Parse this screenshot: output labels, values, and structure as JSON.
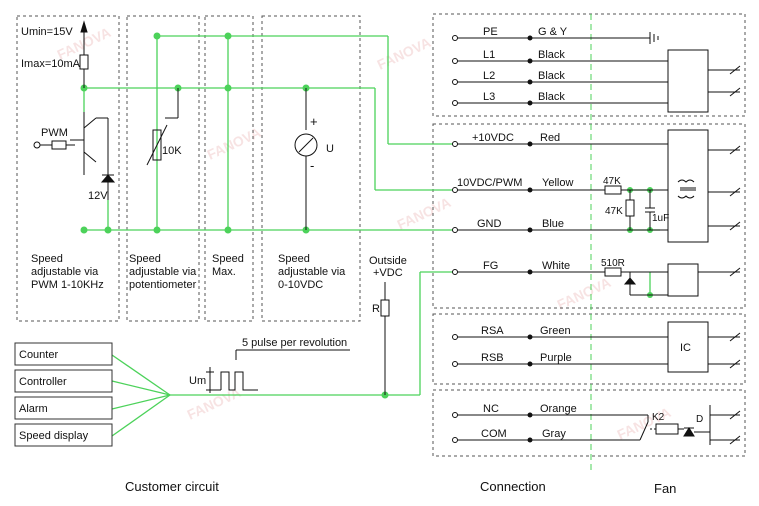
{
  "colors": {
    "wire": "#4cd25a",
    "line": "#111111",
    "box": "#555555",
    "watermark": "#e9b0b0"
  },
  "watermark": {
    "text": "FANOVA"
  },
  "customer": {
    "umin": "Umin=15V",
    "imax": "Imax=10mA",
    "pwm": "PWM",
    "r10k": "10K",
    "v12": "12V",
    "u": "U",
    "plus": "+",
    "minus": "-",
    "outside": "Outside",
    "vdc": "+VDC",
    "r": "R",
    "um": "Um",
    "pulse": "5 pulse per revolution",
    "section_label": "Customer circuit",
    "desc": [
      [
        "Speed",
        "adjustable via",
        "PWM 1-10KHz"
      ],
      [
        "Speed",
        "adjustable via",
        "potentiometer"
      ],
      [
        "Speed",
        "Max."
      ],
      [
        "Speed",
        "adjustable via",
        "0-10VDC"
      ]
    ],
    "devices": [
      "Counter",
      "Controller",
      "Alarm",
      "Speed display"
    ]
  },
  "connection": {
    "section_label": "Connection",
    "rows": [
      {
        "pin": "PE",
        "color": "G & Y"
      },
      {
        "pin": "L1",
        "color": "Black"
      },
      {
        "pin": "L2",
        "color": "Black"
      },
      {
        "pin": "L3",
        "color": "Black"
      },
      {
        "pin": "+10VDC",
        "color": "Red"
      },
      {
        "pin": "10VDC/PWM",
        "color": "Yellow"
      },
      {
        "pin": "GND",
        "color": "Blue"
      },
      {
        "pin": "FG",
        "color": "White"
      },
      {
        "pin": "RSA",
        "color": "Green"
      },
      {
        "pin": "RSB",
        "color": "Purple"
      },
      {
        "pin": "NC",
        "color": "Orange"
      },
      {
        "pin": "COM",
        "color": "Gray"
      }
    ]
  },
  "fan": {
    "section_label": "Fan",
    "r47k_a": "47K",
    "r47k_b": "47K",
    "cap": "1uF",
    "r510": "510R",
    "ic": "IC",
    "k2": "K2",
    "d": "D"
  }
}
